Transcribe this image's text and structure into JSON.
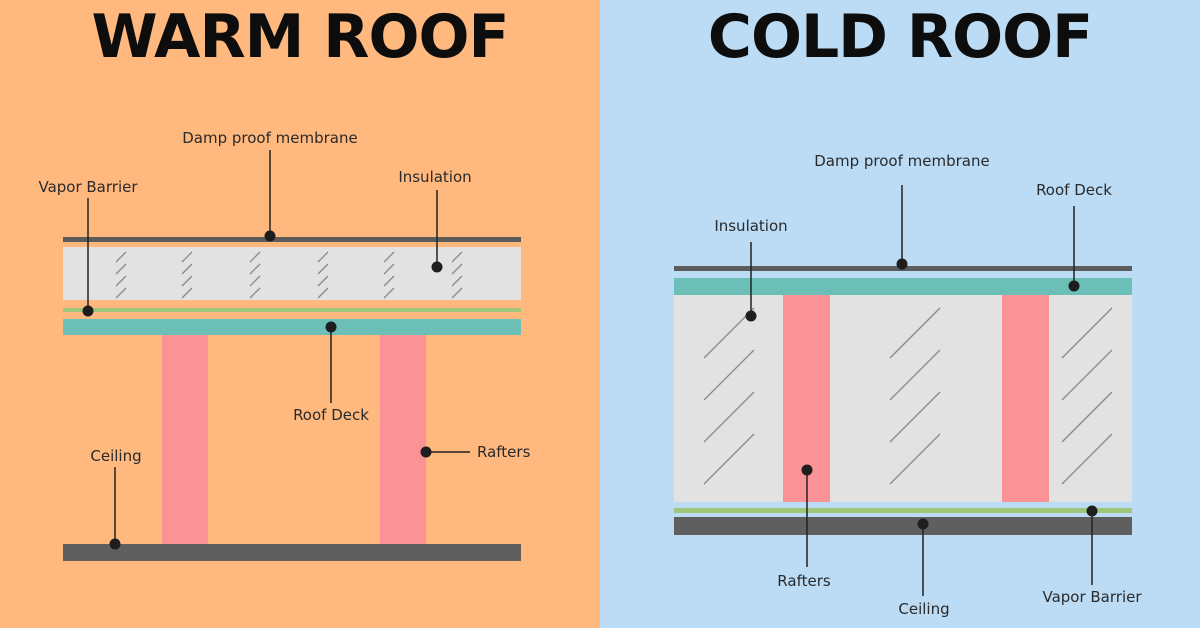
{
  "warm": {
    "title": "WARM ROOF",
    "labels": {
      "damp_proof_membrane": "Damp proof membrane",
      "insulation": "Insulation",
      "vapor_barrier": "Vapor Barrier",
      "roof_deck": "Roof Deck",
      "ceiling": "Ceiling",
      "rafters": "Rafters"
    }
  },
  "cold": {
    "title": "COLD ROOF",
    "labels": {
      "damp_proof_membrane": "Damp proof membrane",
      "roof_deck": "Roof Deck",
      "insulation": "Insulation",
      "rafters": "Rafters",
      "ceiling": "Ceiling",
      "vapor_barrier": "Vapor Barrier"
    }
  },
  "colors": {
    "warm_bg": "#ffb97f",
    "cold_bg": "#bcdcf5",
    "membrane": "#5c5c5c",
    "insulation": "#e2e2e2",
    "vapor_barrier": "#9ec77a",
    "roof_deck": "#6cbfb7",
    "rafter": "#fb9296",
    "ceiling": "#5f5f5f"
  }
}
